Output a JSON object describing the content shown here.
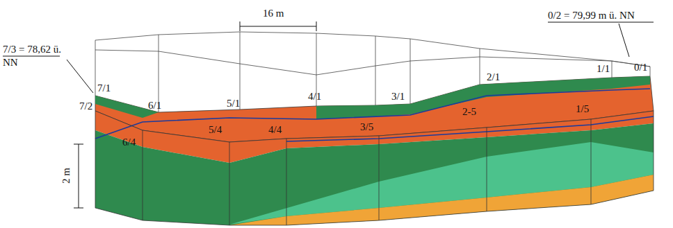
{
  "diagram": {
    "labels": [
      "16 m",
      "7/3 = 78,62 ü. NN",
      "0/2 = 79,99 m ü. NN",
      "7/1",
      "7/2",
      "6/1",
      "6/4",
      "5/1",
      "5/4",
      "4/1",
      "4/4",
      "3/1",
      "3/5",
      "2/1",
      "2-5",
      "1/1",
      "0/1",
      "1/5",
      "2 m"
    ]
  }
}
